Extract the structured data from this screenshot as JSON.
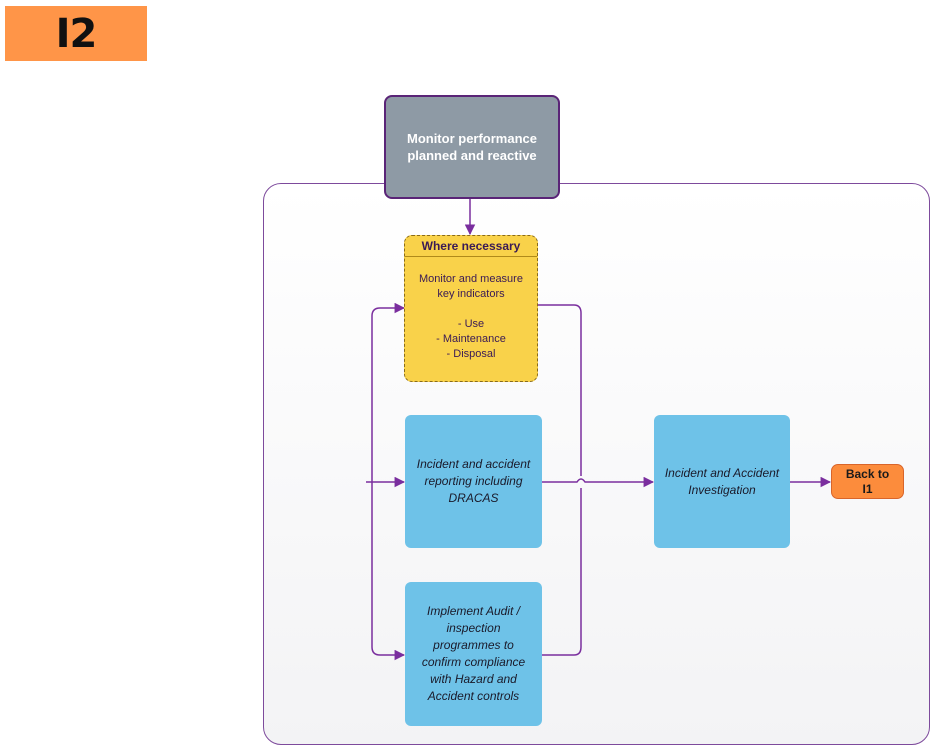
{
  "badge": {
    "label": "I2",
    "color": "#ff9548"
  },
  "top_node": {
    "text": "Monitor performance\nplanned and reactive",
    "color": "#8e9aa5"
  },
  "where_necessary": {
    "header": "Where necessary",
    "body": "Monitor and measure\nkey indicators\n\n- Use\n- Maintenance\n- Disposal",
    "color": "#f9d24a"
  },
  "incident_reporting": {
    "text": "Incident and accident\nreporting including\nDRACAS",
    "color": "#6ec2e8"
  },
  "implement_audit": {
    "text": "Implement Audit /\ninspection\nprogrammes to\nconfirm compliance\nwith Hazard and\nAccident controls",
    "color": "#6ec2e8"
  },
  "investigation": {
    "text": "Incident and Accident\nInvestigation",
    "color": "#6ec2e8"
  },
  "back_button": {
    "text": "Back to\nI1",
    "color": "#fc8c3c"
  },
  "connector_color": "#7a2e9e"
}
